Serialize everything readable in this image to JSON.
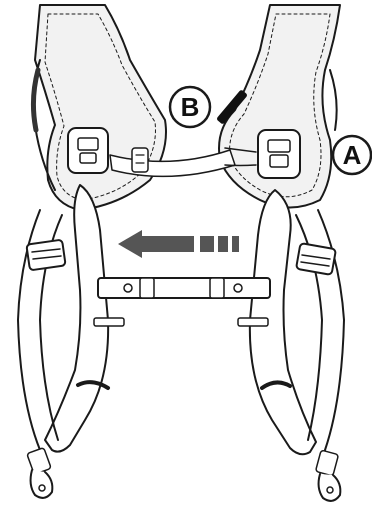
{
  "figure": {
    "callouts": [
      {
        "id": "A",
        "text": "A"
      },
      {
        "id": "B",
        "text": "B"
      }
    ],
    "arrow": {
      "direction": "left",
      "color": "#555555"
    },
    "colors": {
      "stroke": "#1a1a1a",
      "fill": "#ffffff",
      "padding": "#f2f2f2"
    }
  }
}
